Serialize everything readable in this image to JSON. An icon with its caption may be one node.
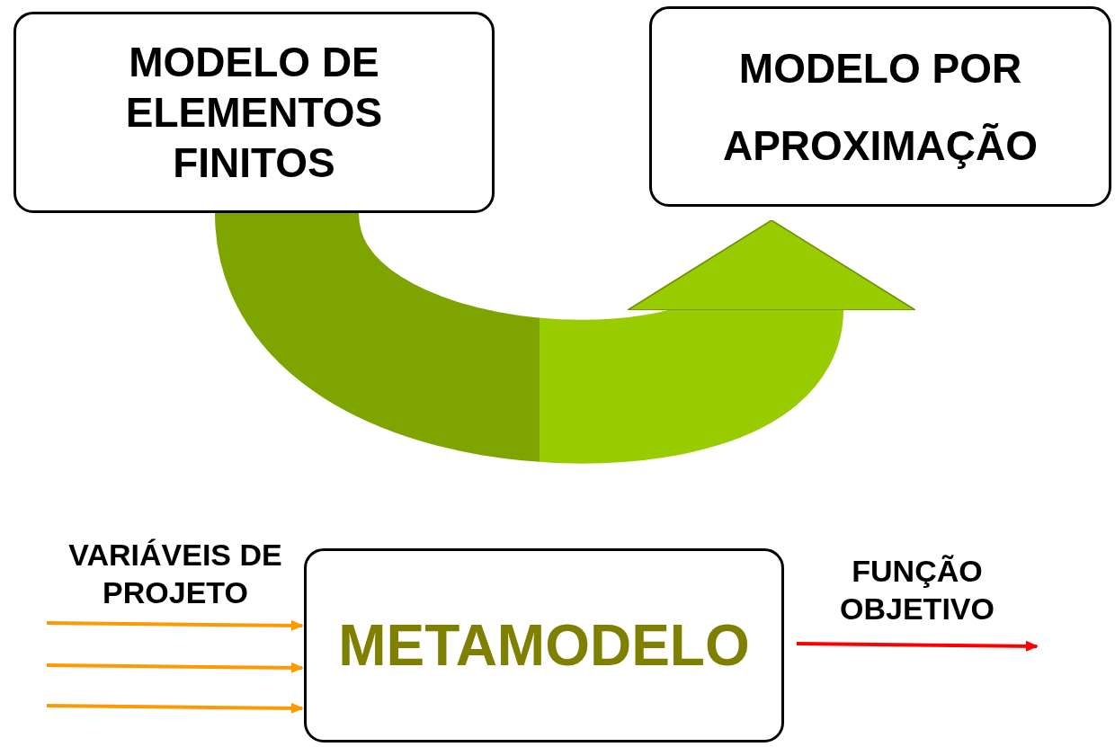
{
  "diagram": {
    "nodes": [
      {
        "text": [
          "MODELO DE ELEMENTOS FINITOS"
        ]
      },
      {
        "text": [
          "MODELO POR APROXIMAÇÃO"
        ]
      },
      {
        "text": [
          "METAMODELO"
        ]
      }
    ],
    "edges": [
      {
        "from": 0,
        "to": 1,
        "arrow": "to",
        "style": "thick",
        "color": "#99cc00"
      },
      {
        "from": null,
        "to": 2,
        "arrow": "to"
      },
      {
        "from": null,
        "to": 2,
        "arrow": "to"
      },
      {
        "from": null,
        "to": 2,
        "arrow": "to"
      },
      {
        "from": 2,
        "to": null,
        "arrow": "to",
        "color": "#ff0000"
      }
    ],
    "labels": [
      "VARIÁVEIS DE PROJETO",
      "FUNÇÃO OBJETIVO"
    ]
  }
}
